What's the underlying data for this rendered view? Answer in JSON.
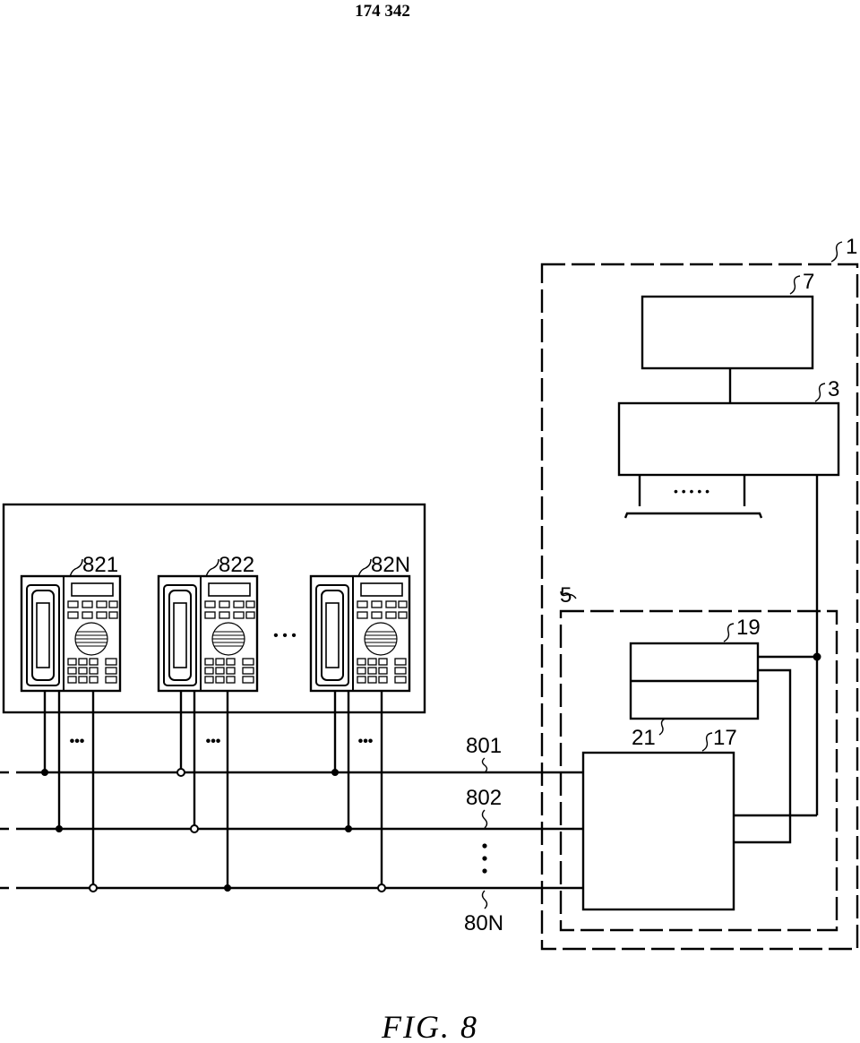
{
  "header": {
    "doc_number": "174 342"
  },
  "figure": {
    "caption": "FIG. 8"
  },
  "labels": {
    "system": "1",
    "block_top": "7",
    "block_mid": "3",
    "subsystem": "5",
    "block_19": "19",
    "block_21": "21",
    "block_17": "17",
    "phone_1": "821",
    "phone_2": "822",
    "phone_n": "82N",
    "line_1": "801",
    "line_2": "802",
    "line_n": "80N"
  },
  "glyphs": {
    "ellipsis_dots": "• • • • •",
    "phones_ellipsis": "• • •",
    "wires_ellipsis": "•••"
  },
  "colors": {
    "ink": "#000000",
    "paper": "#ffffff"
  }
}
